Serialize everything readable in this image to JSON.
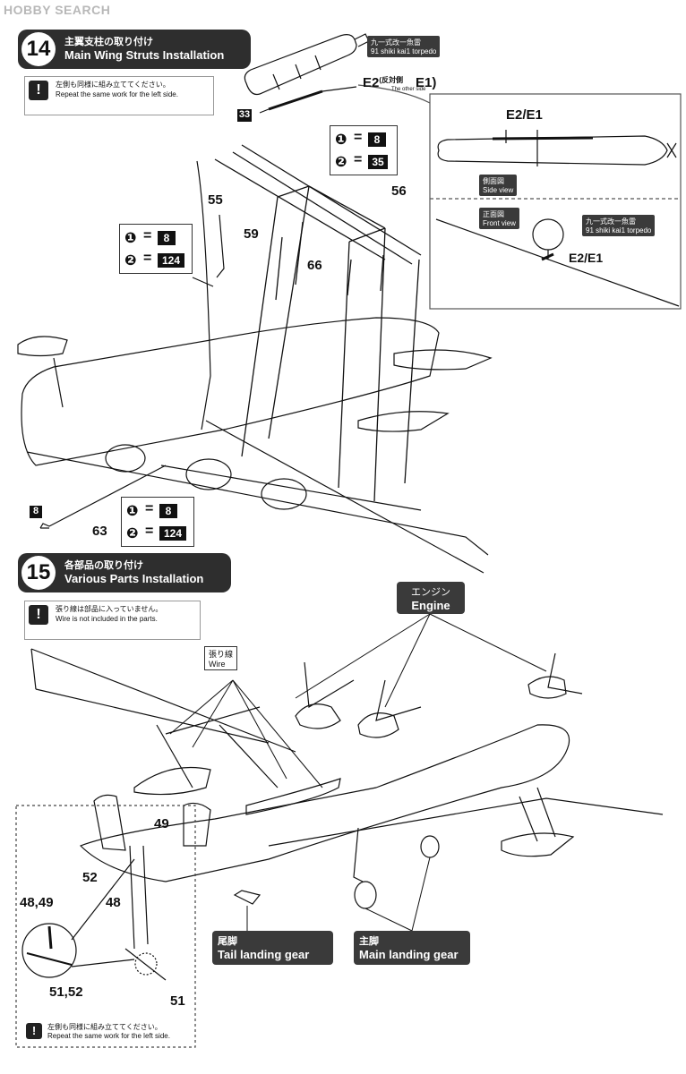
{
  "watermark": "HOBBY SEARCH",
  "step14": {
    "number": "14",
    "title_jp": "主翼支柱の取り付け",
    "title_en": "Main Wing Struts Installation",
    "note_jp": "左側も同様に組み立ててください。",
    "note_en": "Repeat the same work for the left side.",
    "torpedo_label_jp": "九一式改一魚雷",
    "torpedo_label_en": "91 shiki kai1 torpedo",
    "e2": "E2",
    "other_side_jp": "反対側",
    "other_side_en": "The other side",
    "e1": "E1",
    "part_33": "33",
    "inset_title": "E2/E1",
    "side_view_jp": "側面図",
    "side_view_en": "Side view",
    "front_view_jp": "正面図",
    "front_view_en": "Front view",
    "inset_torpedo_jp": "九一式改一魚雷",
    "inset_torpedo_en": "91 shiki kai1 torpedo",
    "inset_e2e1": "E2/E1",
    "part_55": "55",
    "part_56": "56",
    "part_59": "59",
    "part_66": "66",
    "part_63": "63",
    "part_8": "8",
    "color_a": {
      "k1": "1",
      "v1": "8",
      "k2": "2",
      "v2": "35"
    },
    "color_b": {
      "k1": "1",
      "v1": "8",
      "k2": "2",
      "v2": "124"
    },
    "color_c": {
      "k1": "1",
      "v1": "8",
      "k2": "2",
      "v2": "124"
    }
  },
  "step15": {
    "number": "15",
    "title_jp": "各部品の取り付け",
    "title_en": "Various Parts Installation",
    "note_jp": "張り線は部品に入っていません。",
    "note_en": "Wire is not included in the parts.",
    "engine_jp": "エンジン",
    "engine_en": "Engine",
    "wire_jp": "張り線",
    "wire_en": "Wire",
    "part_49": "49",
    "part_52": "52",
    "part_4849": "48,49",
    "part_48": "48",
    "part_5152": "51,52",
    "part_51": "51",
    "tail_gear_jp": "尾脚",
    "tail_gear_en": "Tail landing gear",
    "main_gear_jp": "主脚",
    "main_gear_en": "Main landing gear",
    "bottom_note_jp": "左側も同様に組み立ててください。",
    "bottom_note_en": "Repeat the same work for the left side."
  }
}
